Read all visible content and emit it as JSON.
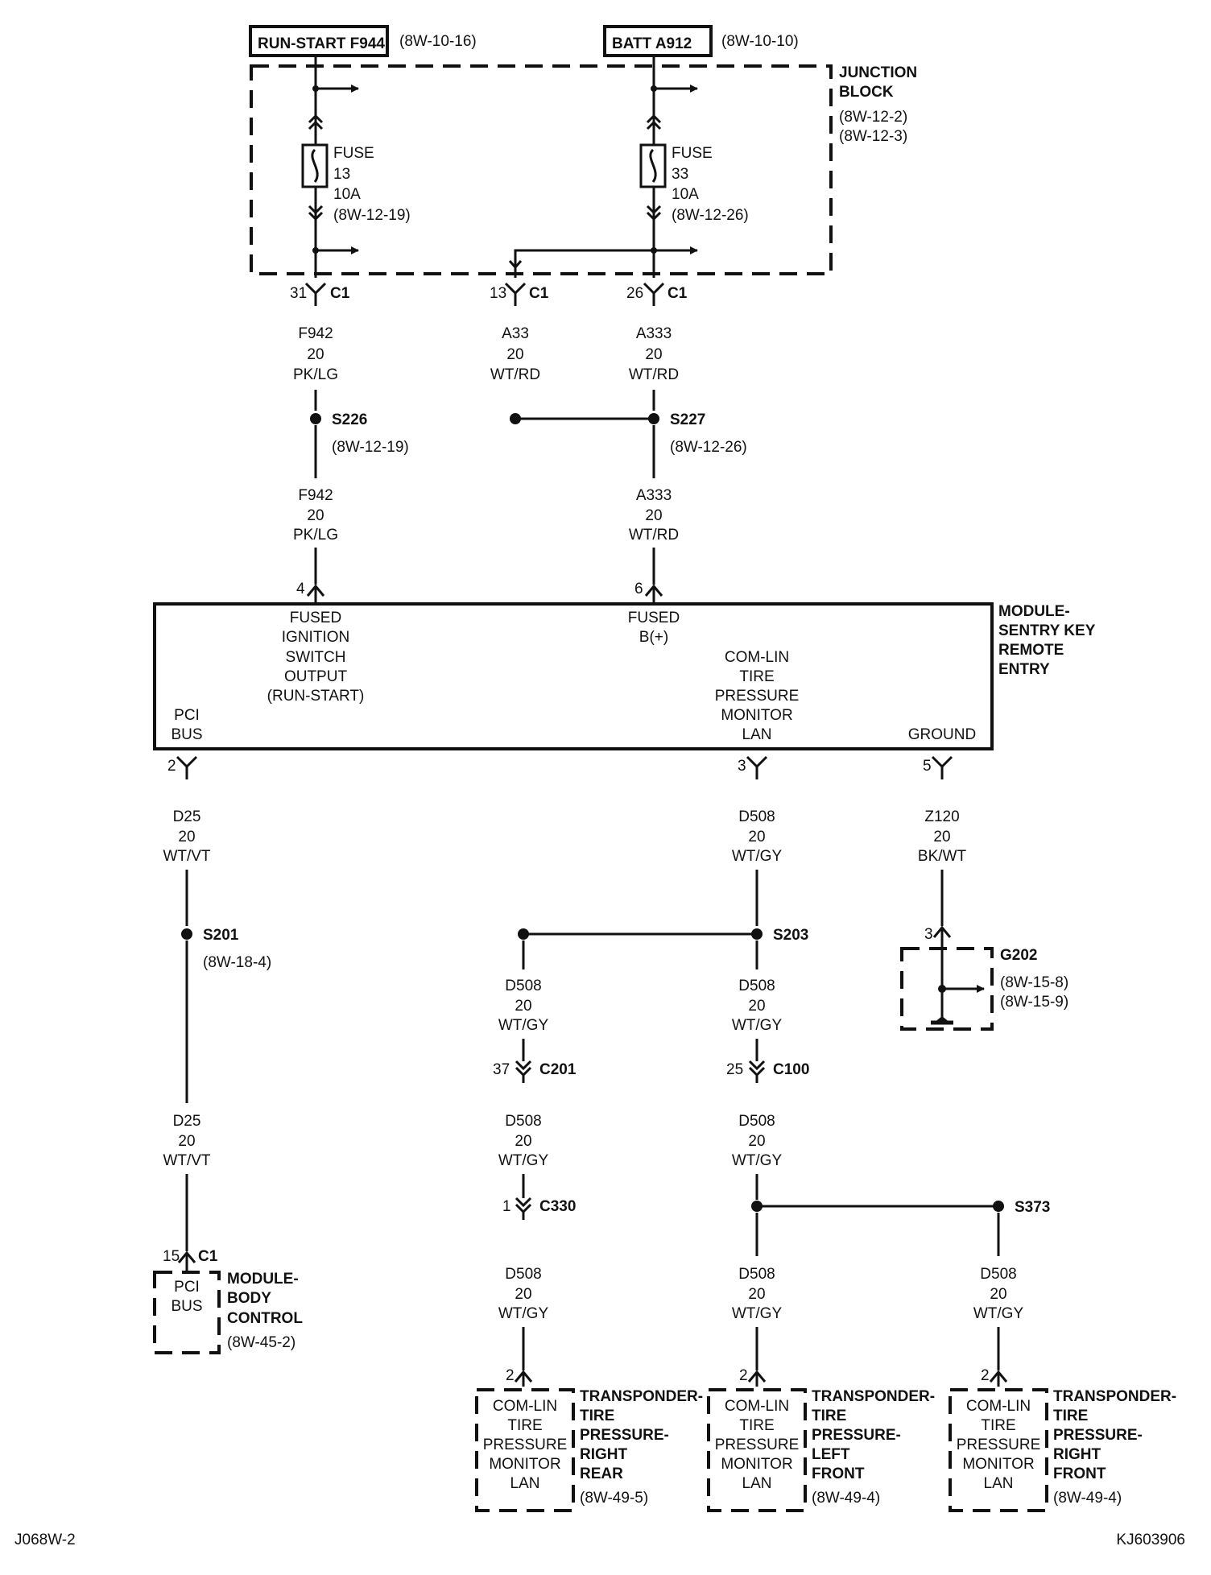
{
  "sources": {
    "run_start": {
      "label": "RUN-START F944",
      "ref": "(8W-10-16)"
    },
    "batt": {
      "label": "BATT A912",
      "ref": "(8W-10-10)"
    }
  },
  "junction_block": {
    "name1": "JUNCTION",
    "name2": "BLOCK",
    "ref1": "(8W-12-2)",
    "ref2": "(8W-12-3)"
  },
  "fuse13": {
    "l1": "FUSE",
    "l2": "13",
    "l3": "10A",
    "l4": "(8W-12-19)"
  },
  "fuse33": {
    "l1": "FUSE",
    "l2": "33",
    "l3": "10A",
    "l4": "(8W-12-26)"
  },
  "jb_connectors": {
    "c31": "31",
    "c13": "13",
    "c26": "26",
    "name": "C1"
  },
  "wires": {
    "f942": {
      "id": "F942",
      "gauge": "20",
      "color": "PK/LG"
    },
    "a33": {
      "id": "A33",
      "gauge": "20",
      "color": "WT/RD"
    },
    "a333": {
      "id": "A333",
      "gauge": "20",
      "color": "WT/RD"
    },
    "d25": {
      "id": "D25",
      "gauge": "20",
      "color": "WT/VT"
    },
    "d508": {
      "id": "D508",
      "gauge": "20",
      "color": "WT/GY"
    },
    "z120": {
      "id": "Z120",
      "gauge": "20",
      "color": "BK/WT"
    }
  },
  "splices": {
    "s226": {
      "name": "S226",
      "ref": "(8W-12-19)"
    },
    "s227": {
      "name": "S227",
      "ref": "(8W-12-26)"
    },
    "s201": {
      "name": "S201",
      "ref": "(8W-18-4)"
    },
    "s203": {
      "name": "S203"
    },
    "s373": {
      "name": "S373"
    }
  },
  "module_skreem": {
    "title1": "MODULE-",
    "title2": "SENTRY KEY",
    "title3": "REMOTE",
    "title4": "ENTRY",
    "pin4": "4",
    "pin6": "6",
    "pin2": "2",
    "pin3": "3",
    "pin5": "5",
    "fused_ign": [
      "FUSED",
      "IGNITION",
      "SWITCH",
      "OUTPUT",
      "(RUN-START)"
    ],
    "fused_b": [
      "FUSED",
      "B(+)"
    ],
    "com_lin": [
      "COM-LIN",
      "TIRE",
      "PRESSURE",
      "MONITOR",
      "LAN"
    ],
    "pci": [
      "PCI",
      "BUS"
    ],
    "ground": "GROUND"
  },
  "ground_g202": {
    "pin": "3",
    "name": "G202",
    "ref1": "(8W-15-8)",
    "ref2": "(8W-15-9)"
  },
  "connectors": {
    "c201": {
      "pin": "37",
      "name": "C201"
    },
    "c100": {
      "pin": "25",
      "name": "C100"
    },
    "c330": {
      "pin": "1",
      "name": "C330"
    }
  },
  "body_control": {
    "pin": "15",
    "conn": "C1",
    "inside": [
      "PCI",
      "BUS"
    ],
    "title": [
      "MODULE-",
      "BODY",
      "CONTROL"
    ],
    "ref": "(8W-45-2)"
  },
  "transponders": {
    "pin": "2",
    "inside": [
      "COM-LIN",
      "TIRE",
      "PRESSURE",
      "MONITOR",
      "LAN"
    ],
    "right_rear": {
      "title": [
        "TRANSPONDER-",
        "TIRE",
        "PRESSURE-",
        "RIGHT",
        "REAR"
      ],
      "ref": "(8W-49-5)"
    },
    "left_front": {
      "title": [
        "TRANSPONDER-",
        "TIRE",
        "PRESSURE-",
        "LEFT",
        "FRONT"
      ],
      "ref": "(8W-49-4)"
    },
    "right_front": {
      "title": [
        "TRANSPONDER-",
        "TIRE",
        "PRESSURE-",
        "RIGHT",
        "FRONT"
      ],
      "ref": "(8W-49-4)"
    }
  },
  "footer": {
    "left": "J068W-2",
    "right": "KJ603906"
  }
}
